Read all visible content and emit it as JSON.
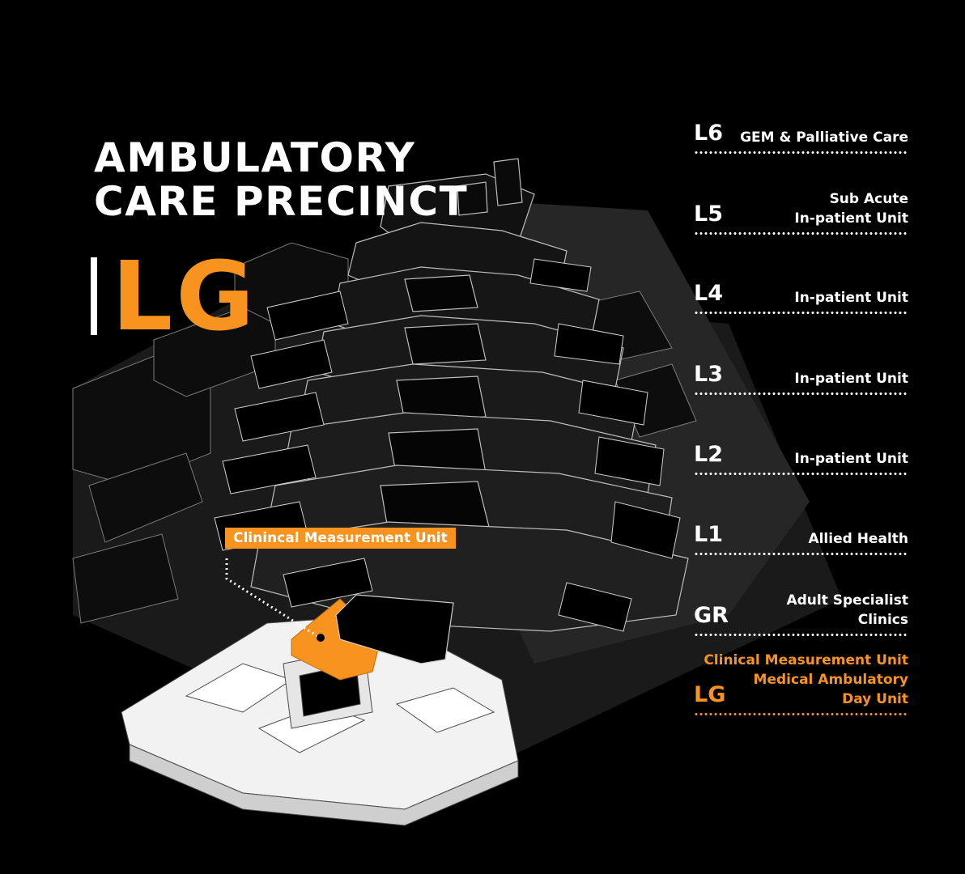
{
  "title": {
    "line1": "AMBULATORY",
    "line2": "CARE PRECINCT"
  },
  "current_level": "LG",
  "accent_color": "#f7931e",
  "callout": "Clinincal Measurement Unit",
  "levels": [
    {
      "code": "L6",
      "desc": [
        "GEM & Palliative Care"
      ]
    },
    {
      "code": "L5",
      "desc": [
        "Sub Acute",
        "In-patient Unit"
      ]
    },
    {
      "code": "L4",
      "desc": [
        "In-patient Unit"
      ]
    },
    {
      "code": "L3",
      "desc": [
        "In-patient Unit"
      ]
    },
    {
      "code": "L2",
      "desc": [
        "In-patient Unit"
      ]
    },
    {
      "code": "L1",
      "desc": [
        "Allied Health"
      ]
    },
    {
      "code": "GR",
      "desc": [
        "Adult Specialist",
        "Clinics"
      ]
    },
    {
      "code": "LG",
      "desc": [
        "Clinical Measurement Unit",
        "Medical Ambulatory",
        "Day Unit"
      ],
      "active": true
    }
  ]
}
